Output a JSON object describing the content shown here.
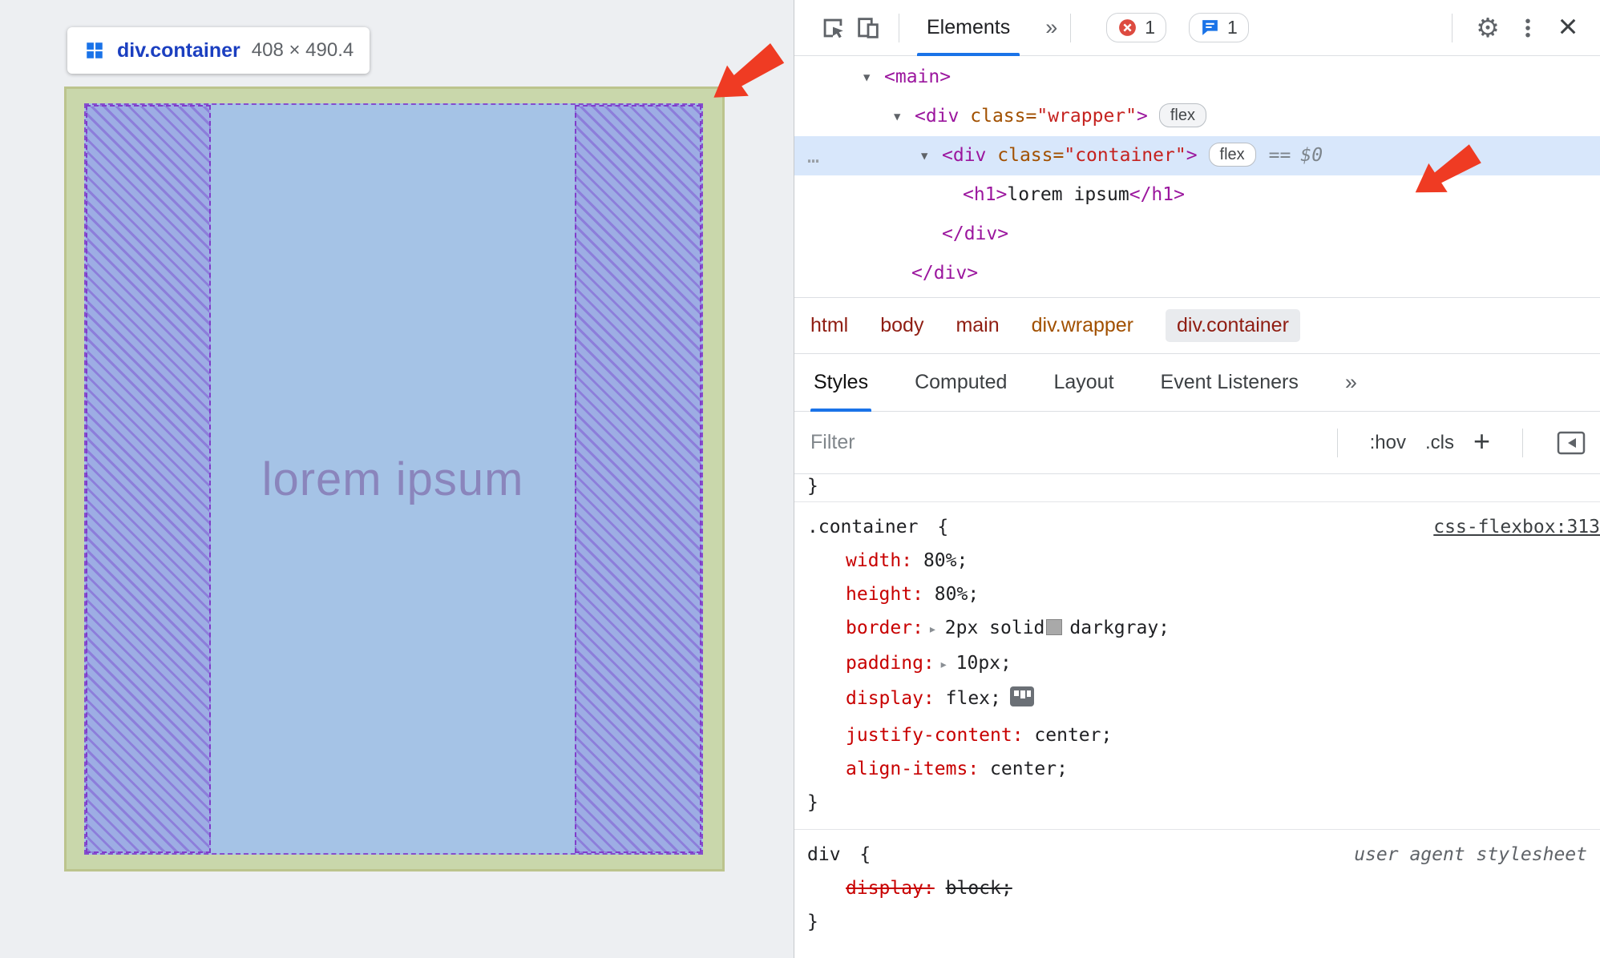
{
  "tooltip": {
    "element": "div.container",
    "dimensions": "408 × 490.4"
  },
  "page": {
    "heading": "lorem ipsum"
  },
  "toolbar": {
    "elements_tab": "Elements",
    "more": "»",
    "error_count": "1",
    "issue_count": "1"
  },
  "tree": {
    "more_dots": "…",
    "twisty": "▼",
    "main_open": "<main>",
    "div_open": "<div",
    "attr_name": "class",
    "equals": "=",
    "wrapper_value": "\"wrapper\"",
    "container_value": "\"container\"",
    "gt": ">",
    "flex_badge": "flex",
    "equals_marker": "==",
    "dollar_zero": "$0",
    "h1_open": "<h1>",
    "h1_text": "lorem ipsum",
    "h1_close": "</h1>",
    "div_close": "</div>"
  },
  "crumbs": {
    "items": [
      "html",
      "body",
      "main",
      "div.wrapper",
      "div.container"
    ]
  },
  "tabs": {
    "items": [
      "Styles",
      "Computed",
      "Layout",
      "Event Listeners"
    ],
    "more": "»"
  },
  "filter": {
    "placeholder": "Filter",
    "hov": ":hov",
    "cls": ".cls",
    "plus": "+"
  },
  "styles": {
    "partial_close": "}",
    "container_rule": {
      "selector": ".container",
      "open_brace": "{",
      "close_brace": "}",
      "link": "css-flexbox:313",
      "props": [
        {
          "name": "width:",
          "value": "80%;"
        },
        {
          "name": "height:",
          "value": "80%;"
        },
        {
          "name": "border:",
          "value_pre": "2px solid",
          "value_post": "darkgray;"
        },
        {
          "name": "padding:",
          "value": "10px;"
        },
        {
          "name": "display:",
          "value": "flex;"
        },
        {
          "name": "justify-content:",
          "value": "center;"
        },
        {
          "name": "align-items:",
          "value": "center;"
        }
      ]
    },
    "ua_rule": {
      "selector": "div",
      "open_brace": "{",
      "close_brace": "}",
      "origin": "user agent stylesheet",
      "prop_name": "display:",
      "prop_value": "block;"
    }
  }
}
